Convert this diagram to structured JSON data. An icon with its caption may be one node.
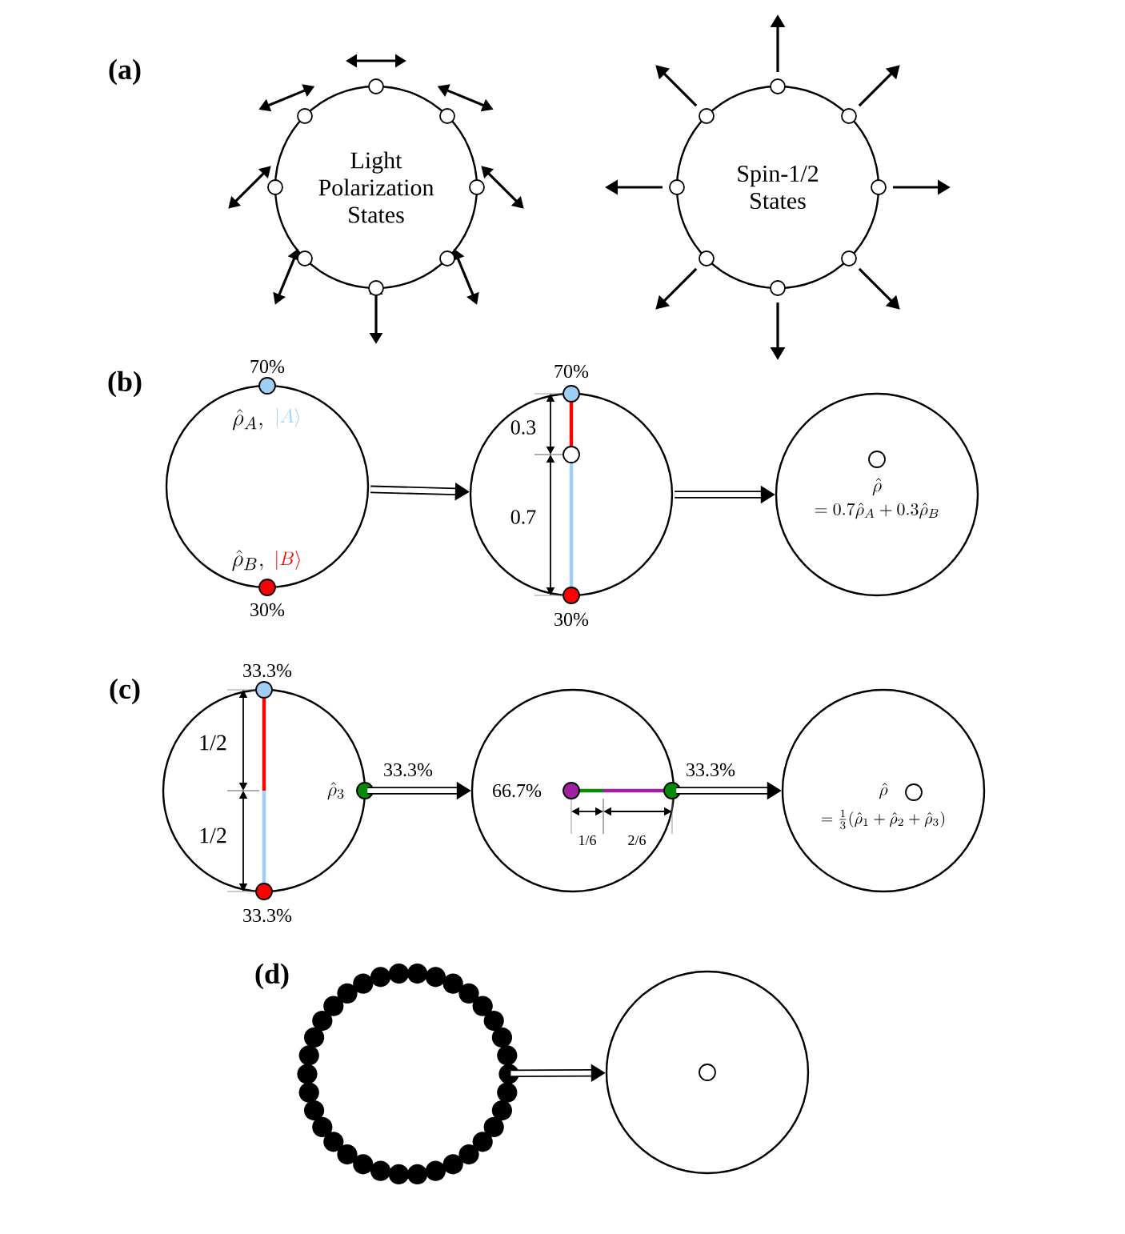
{
  "diagram": {
    "nodes": [
      {
        "text": [
          "Light Polarization States"
        ]
      },
      {
        "text": [
          "Spin-1/2 States"
        ]
      },
      {
        "text": [],
        "shape": "circle"
      },
      {
        "text": [],
        "shape": "circle"
      },
      {
        "text": [
          "\\hat{\\rho}",
          "= 0.7\\hat{\\rho}_A + 0.3\\hat{\\rho}_B"
        ]
      },
      {
        "text": [],
        "shape": "circle"
      },
      {
        "text": [],
        "shape": "circle"
      },
      {
        "text": [
          "\\hat{\\rho}",
          "= \\frac{1}{3}(\\hat{\\rho}_1 + \\hat{\\rho}_2 + \\hat{\\rho}_3)"
        ]
      },
      {
        "text": [],
        "shape": "circle"
      },
      {
        "text": [],
        "shape": "circle"
      }
    ],
    "edges": [
      {
        "from": 2,
        "to": 3,
        "arrow": "to"
      },
      {
        "from": 3,
        "to": 4,
        "arrow": "to"
      },
      {
        "from": 5,
        "to": 6,
        "arrow": "to"
      },
      {
        "from": 6,
        "to": 7,
        "arrow": "to"
      },
      {
        "from": 8,
        "to": 9,
        "arrow": "to"
      }
    ],
    "labels": [
      "(a)",
      "(b)",
      "70%",
      "\\hat{\\rho}_A,",
      "|A\\rangle",
      "\\hat{\\rho}_B,",
      "|B\\rangle",
      "30%",
      "70%",
      "0.3",
      "0.7",
      "30%",
      "(c)",
      "33.3%",
      "1/2",
      "\\hat{\\rho}_3",
      "33.3%",
      "1/2",
      "33.3%",
      "66.7%",
      "33.3%",
      "1/6",
      "2/6",
      "(d)"
    ]
  }
}
